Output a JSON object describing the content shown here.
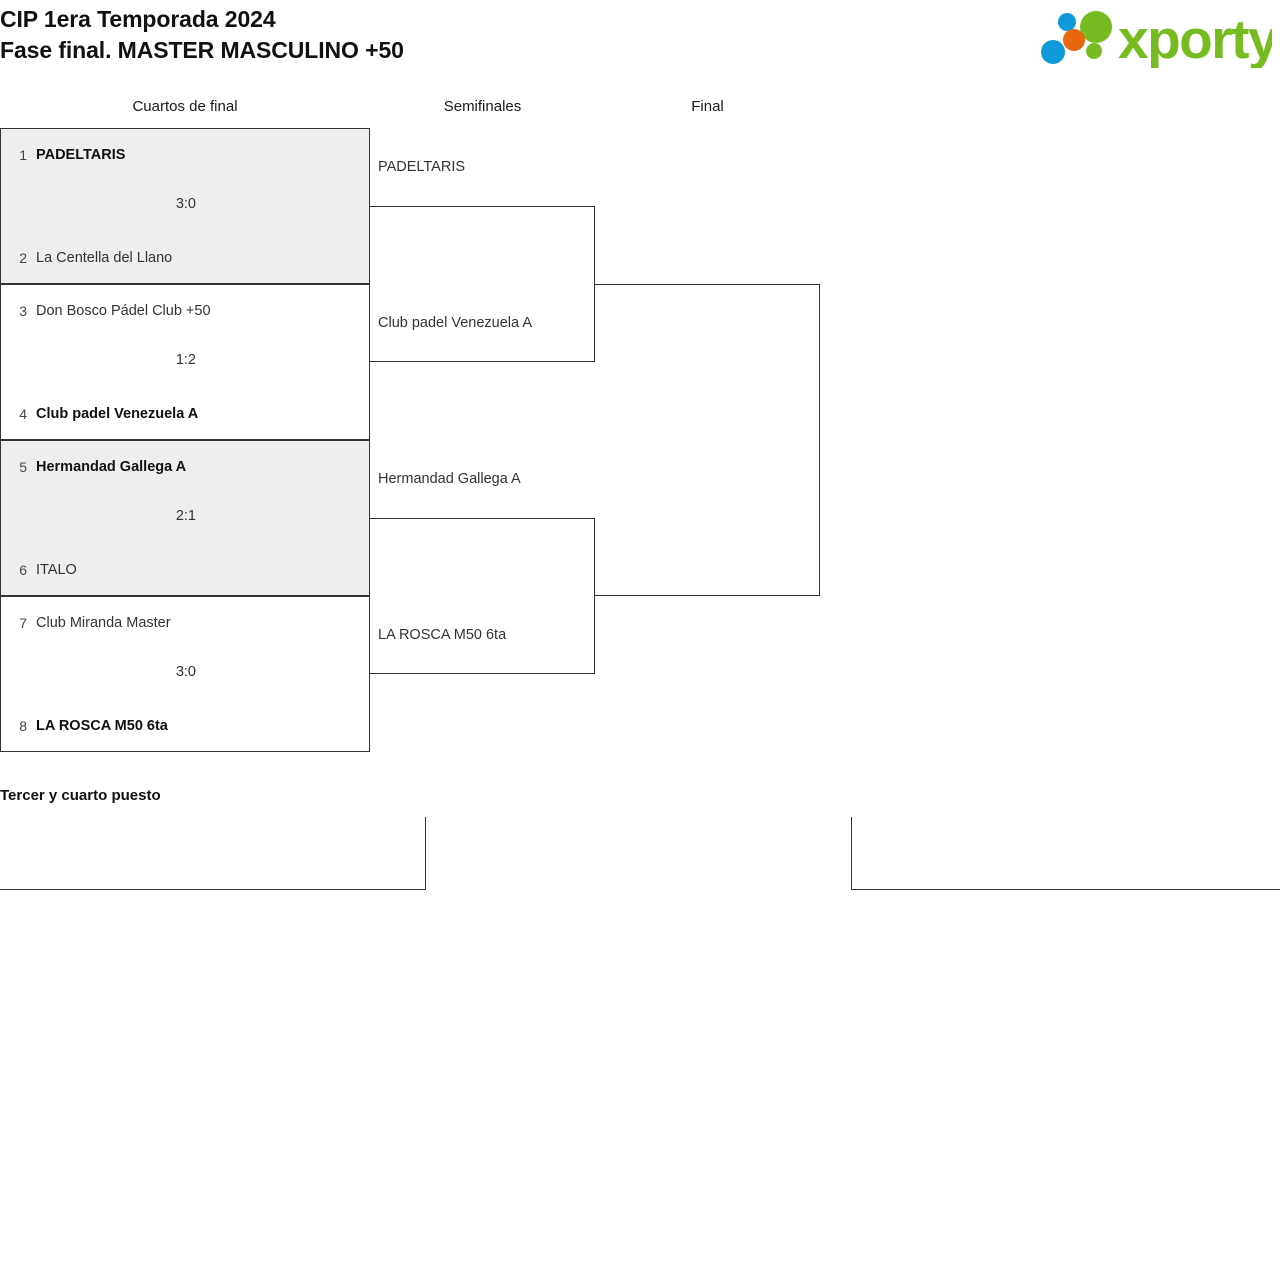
{
  "header": {
    "title_line1": "CIP 1era Temporada 2024",
    "title_line2": "Fase final. MASTER MASCULINO +50",
    "logo_text": "xporty",
    "logo_colors": {
      "green": "#76bc21",
      "blue": "#0f9bd9",
      "orange": "#e8670c"
    }
  },
  "rounds": {
    "quarterfinals_label": "Cuartos de final",
    "semifinals_label": "Semifinales",
    "final_label": "Final"
  },
  "quarterfinals": [
    {
      "shaded": true,
      "top_seed": "1",
      "top_team": "PADELTARIS",
      "top_winner": true,
      "bottom_seed": "2",
      "bottom_team": "La Centella del Llano",
      "bottom_winner": false,
      "score": "3:0"
    },
    {
      "shaded": false,
      "top_seed": "3",
      "top_team": "Don Bosco Pádel Club +50",
      "top_winner": false,
      "bottom_seed": "4",
      "bottom_team": "Club padel Venezuela A",
      "bottom_winner": true,
      "score": "1:2"
    },
    {
      "shaded": true,
      "top_seed": "5",
      "top_team": "Hermandad Gallega A",
      "top_winner": true,
      "bottom_seed": "6",
      "bottom_team": "ITALO",
      "bottom_winner": false,
      "score": "2:1"
    },
    {
      "shaded": false,
      "top_seed": "7",
      "top_team": "Club Miranda Master",
      "top_winner": false,
      "bottom_seed": "8",
      "bottom_team": "LA ROSCA M50 6ta",
      "bottom_winner": true,
      "score": "3:0"
    }
  ],
  "semifinals": [
    {
      "team": "PADELTARIS",
      "score": ""
    },
    {
      "team": "Club padel Venezuela A",
      "score": ""
    },
    {
      "team": "Hermandad Gallega A",
      "score": ""
    },
    {
      "team": "LA ROSCA M50 6ta",
      "score": ""
    }
  ],
  "final": {
    "top_team": "",
    "bottom_team": "",
    "score": ""
  },
  "third_place": {
    "title": "Tercer y cuarto puesto",
    "top_team": "",
    "bottom_team": "",
    "score": ""
  }
}
